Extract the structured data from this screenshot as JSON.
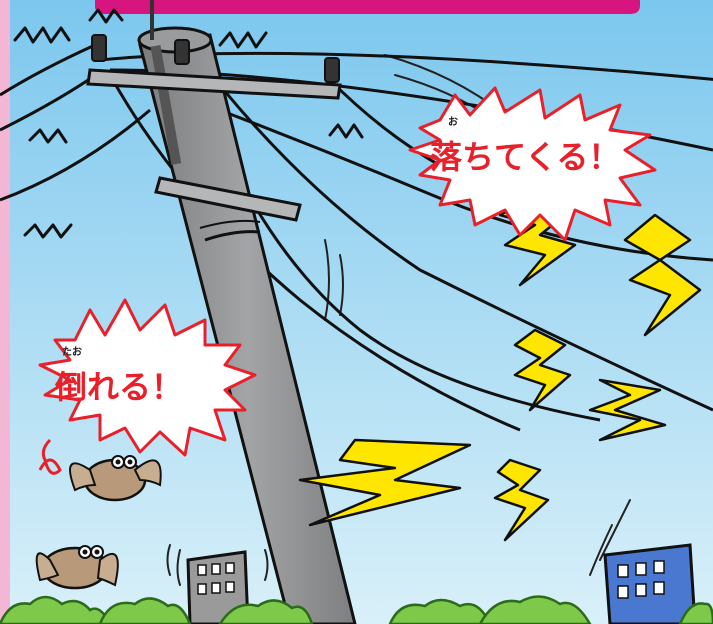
{
  "callouts": {
    "falling": {
      "text": "落ちてくる！",
      "ruby": "お"
    },
    "toppling": {
      "text": "倒れる！",
      "ruby": "たお"
    }
  },
  "colors": {
    "sky_top": "#7cc7ee",
    "sky_bottom": "#d6eef8",
    "frame_pink": "#f3b6d4",
    "banner_magenta": "#d7157e",
    "pole_gray": "#8d8e90",
    "bolt_yellow": "#ffe600",
    "burst_red": "#e8202a",
    "tree_green": "#7ec84a",
    "building_gray": "#9a9a9a",
    "building_blue": "#4a78d0",
    "bird_brown": "#b89a7a"
  },
  "icons": [
    "lightning-bolt-icon",
    "owl-bird-icon",
    "building-icon",
    "tree-icon",
    "utility-pole-icon"
  ]
}
